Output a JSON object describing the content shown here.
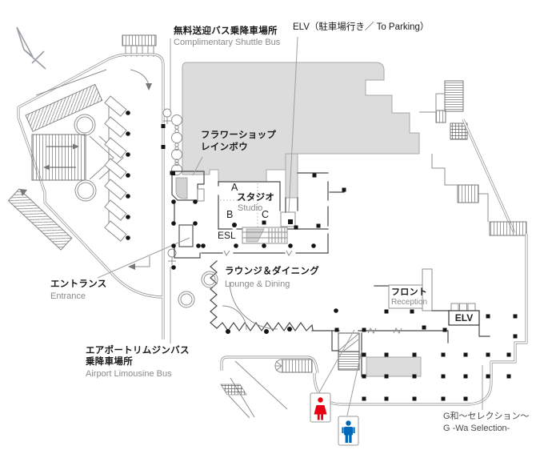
{
  "map": {
    "labels": {
      "shuttle_jp": "無料送迎バス乗降車場所",
      "shuttle_en": "Complimentary Shuttle Bus",
      "elv_parking": "ELV（駐車場行き／ To Parking）",
      "flower_line1": "フラワーショップ",
      "flower_line2": "レインボウ",
      "zone_a": "A",
      "zone_b": "B",
      "zone_c": "C",
      "studio_jp": "スタジオ",
      "studio_en": "Studio",
      "esl": "ESL",
      "entrance_jp": "エントランス",
      "entrance_en": "Entrance",
      "lounge_jp": "ラウンジ＆ダイニング",
      "lounge_en": "Lounge & Dining",
      "front_jp": "フロント",
      "front_en": "Reception",
      "elv": "ELV",
      "airport_line1": "エアポートリムジンバス",
      "airport_line2": "乗降車場所",
      "airport_en": "Airport Limousine Bus",
      "gwa_jp": "G和～セレクション～",
      "gwa_en": "G -Wa Selection-"
    },
    "icons": {
      "north_arrow": "north-arrow-icon",
      "womens_restroom": "womens-restroom-icon",
      "mens_restroom": "mens-restroom-icon",
      "elevator": "elevator-icon",
      "escalator": "escalator-icon",
      "stairs": "stairs-icon"
    },
    "colors": {
      "building_fill": "#dcdcdc",
      "wall": "#4a4a4a",
      "road": "#9a9a9a",
      "label_primary": "#1a1a1a",
      "label_secondary": "#8a8a8a",
      "womens_red": "#e60012",
      "mens_blue": "#0068b7"
    }
  }
}
